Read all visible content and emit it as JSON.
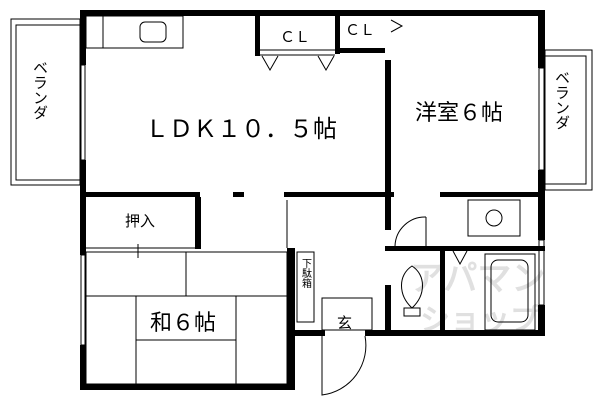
{
  "floor_plan": {
    "rooms": {
      "ldk": "ＬＤＫ１０．５帖",
      "western_room": "洋室６帖",
      "japanese_room": "和６帖",
      "oshiire": "押入",
      "closet_1": "ＣＬ",
      "closet_2": "ＣＬ",
      "balcony_left": "ベランダ",
      "balcony_right": "ベランダ",
      "shoe_box": "下駄箱",
      "entrance": "玄"
    },
    "watermark": "アパマンショップ",
    "colors": {
      "wall": "#000000",
      "background": "#ffffff",
      "watermark": "#dddddd"
    }
  }
}
